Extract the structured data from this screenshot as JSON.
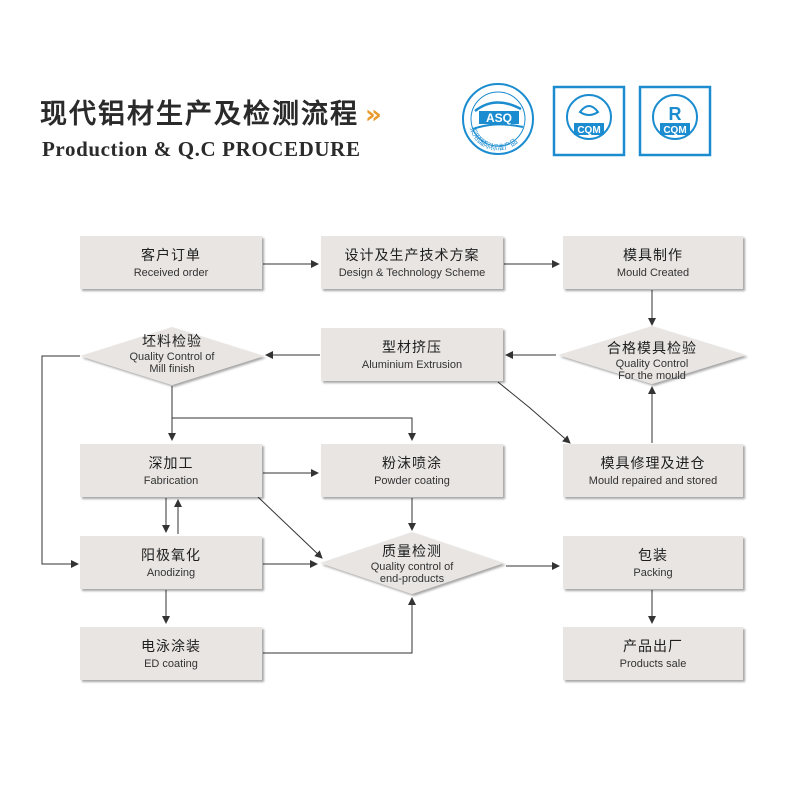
{
  "header": {
    "title_cn": "现代铝材生产及检测流程",
    "chevrons": "»",
    "title_en": "Production & Q.C PROCEDURE"
  },
  "logos": {
    "asq": {
      "letters": "ASQ",
      "ring_text": "采用国际标准产品"
    },
    "cqm1": {
      "label": "CQM"
    },
    "cqm2": {
      "label": "CQM",
      "mark": "R"
    }
  },
  "nodes": {
    "received_order": {
      "cn": "客户订单",
      "en": "Received order"
    },
    "design": {
      "cn": "设计及生产技术方案",
      "en": "Design & Technology Scheme"
    },
    "mould_created": {
      "cn": "模具制作",
      "en": "Mould Created"
    },
    "mould_qc": {
      "cn": "合格模具检验",
      "en1": "Quality Control",
      "en2": "For the mould"
    },
    "extrusion": {
      "cn": "型材挤压",
      "en": "Aluminium  Extrusion"
    },
    "mill_qc": {
      "cn": "坯料检验",
      "en1": "Quality Control of",
      "en2": "Mill finish"
    },
    "fabrication": {
      "cn": "深加工",
      "en": "Fabrication"
    },
    "powder": {
      "cn": "粉沫喷涂",
      "en": "Powder coating"
    },
    "mould_repaired": {
      "cn": "模具修理及进仓",
      "en": "Mould repaired and stored"
    },
    "anodizing": {
      "cn": "阳极氧化",
      "en": "Anodizing"
    },
    "end_qc": {
      "cn": "质量检测",
      "en1": "Quality control of",
      "en2": "end-products"
    },
    "packing": {
      "cn": "包装",
      "en": "Packing"
    },
    "ed_coating": {
      "cn": "电泳涂装",
      "en": "ED  coating"
    },
    "products_sale": {
      "cn": "产品出厂",
      "en": "Products sale"
    }
  },
  "colors": {
    "box": "#e8e5e3",
    "arrow": "#333333",
    "logo_blue": "#1a8ccf",
    "chevron": "#e89a2c"
  }
}
